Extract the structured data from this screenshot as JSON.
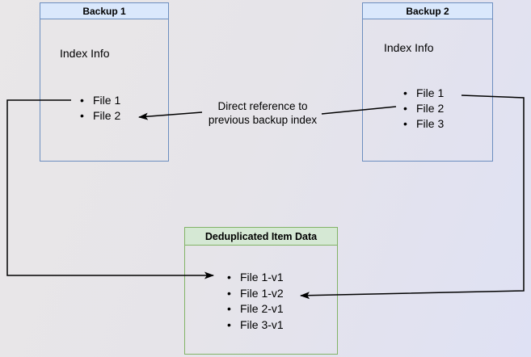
{
  "diagram": {
    "backup1": {
      "title": "Backup 1",
      "label": "Index Info",
      "files": [
        "File 1",
        "File 2"
      ]
    },
    "backup2": {
      "title": "Backup 2",
      "label": "Index Info",
      "files": [
        "File 1",
        "File 2",
        "File 3"
      ]
    },
    "dedup": {
      "title": "Deduplicated Item Data",
      "files": [
        "File 1-v1",
        "File 1-v2",
        "File 2-v1",
        "File 3-v1"
      ]
    },
    "annotation": {
      "line1": "Direct reference to",
      "line2": "previous backup index"
    },
    "colors": {
      "blue_border": "#6c8ebf",
      "blue_header_fill": "#dae8fc",
      "green_border": "#82b366",
      "green_header_fill": "#d5e8d4",
      "connector": "#000000",
      "background_start": "#e9e7e8",
      "background_end": "#dfe1f4"
    }
  }
}
